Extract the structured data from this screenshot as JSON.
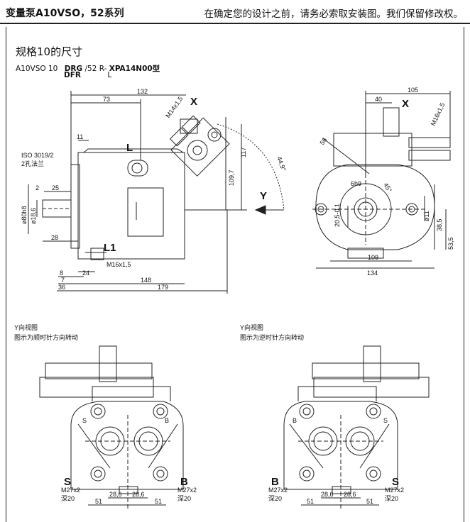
{
  "header": {
    "left": "变量泵A10VSO，52系列",
    "right": "在确定您的设计之前，请务必索取安装图。我们保留修改权。"
  },
  "section_title": "规格10的尺寸",
  "model": {
    "prefix": "A10VSO 10",
    "drg": "DRG",
    "mid": "/52 R-",
    "suffix": "XPA14N00型",
    "dfr": "DFR",
    "l": "L"
  },
  "side_view": {
    "iso_label": "ISO 3019/2",
    "flange_label": "2孔法兰",
    "port_x": "X",
    "port_l": "L",
    "port_l1": "L1",
    "port_y": "Y",
    "thread_x": "M14x1,5",
    "thread_l1": "M16x1,5",
    "dims": {
      "d132": "132",
      "d73": "73",
      "d11": "11",
      "d2": "2",
      "d25": "25",
      "d80h8": "ø80h8",
      "d18_6": "ø18,6",
      "d28": "28",
      "d117": "117",
      "d109_7": "109,7",
      "d44_9": "44,9°",
      "d8": "8",
      "d24": "24",
      "d7": "7",
      "d36": "36",
      "d148": "148",
      "d179": "179"
    }
  },
  "front_view": {
    "port_x": "X",
    "thread_x": "M16x1,5",
    "dims": {
      "d105": "105",
      "d40": "40",
      "d56": "56",
      "d6h9": "6h9",
      "d20_5": "20,5-0,1",
      "d45": "45°",
      "d11": "ø11",
      "d38_5": "38,5",
      "d53_5": "53,5",
      "d109": "109",
      "d134": "134"
    }
  },
  "bottom_left": {
    "title": "Y向视图",
    "subtitle": "图示为顺时针方向转动",
    "port_s": "S",
    "port_b": "B",
    "s_thread": "M27x2",
    "s_depth": "深20",
    "b_thread": "M27x2",
    "b_depth": "深20",
    "d51a": "51",
    "d28_6a": "28,6",
    "d28_6b": "28,6",
    "d51b": "51"
  },
  "bottom_right": {
    "title": "Y向视图",
    "subtitle": "图示为逆时针方向转动",
    "port_b": "B",
    "port_s": "S",
    "b_thread": "M27x2",
    "b_depth": "深20",
    "s_thread": "M27x2",
    "s_depth": "深20",
    "d51a": "51",
    "d28_6a": "28,6",
    "d28_6b": "28,6",
    "d51b": "51"
  }
}
